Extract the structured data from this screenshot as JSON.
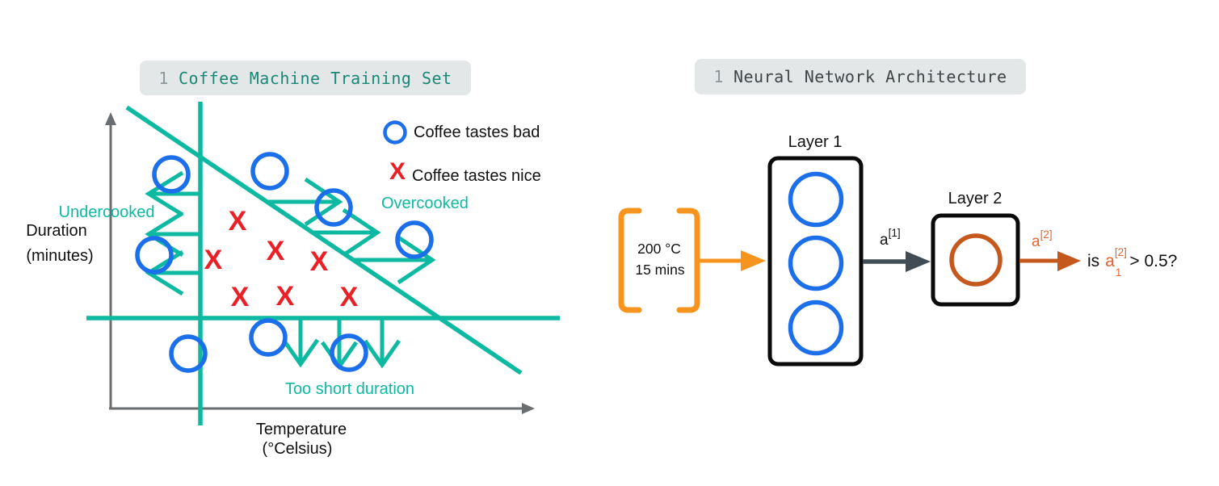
{
  "colors": {
    "teal": "#0EB9A2",
    "teal_title": "#1A8876",
    "blue": "#1C6FEB",
    "red": "#EB1F26",
    "orange": "#F7941E",
    "orange_dark": "#C5581C",
    "orange_text": "#E8622E",
    "dark_arrow": "#414C55",
    "axis_gray": "#6A6E71",
    "pill_bg": "#E4E7E8",
    "pill_number": "#8D9699"
  },
  "left_panel": {
    "title": {
      "number": "1",
      "text": "Coffee Machine Training Set"
    },
    "legend": [
      {
        "marker": "circle",
        "label": "Coffee tastes bad"
      },
      {
        "marker": "X",
        "label": "Coffee tastes nice"
      }
    ],
    "regions": {
      "undercooked": "Undercooked",
      "overcooked": "Overcooked",
      "too_short_duration": "Too short duration"
    },
    "y_axis": {
      "line1": "Duration",
      "line2": "(minutes)"
    },
    "x_axis": {
      "line1": "Temperature",
      "line2": "(°Celsius)"
    },
    "points": {
      "nice_marker": "X",
      "bad": [
        [
          212,
          216
        ],
        [
          334,
          212
        ],
        [
          413,
          257
        ],
        [
          513,
          297
        ],
        [
          191,
          316
        ],
        [
          233,
          438
        ],
        [
          332,
          418
        ],
        [
          432,
          437
        ]
      ],
      "nice": [
        [
          294,
          273
        ],
        [
          264,
          321
        ],
        [
          341,
          310
        ],
        [
          395,
          323
        ],
        [
          297,
          367
        ],
        [
          353,
          366
        ],
        [
          432,
          367
        ]
      ]
    }
  },
  "right_panel": {
    "title": {
      "number": "1",
      "text": "Neural Network Architecture"
    },
    "input_vector": {
      "line1": "200 °C",
      "line2": "15 mins"
    },
    "layer1": {
      "label": "Layer 1",
      "neuron_count": 3
    },
    "layer2": {
      "label": "Layer 2",
      "neuron_count": 1
    },
    "activation1": {
      "base": "a",
      "superscript": "[1]"
    },
    "activation2": {
      "base": "a",
      "superscript": "[2]"
    },
    "output_question": {
      "prefix": "is",
      "variable": "a",
      "superscript": "[2]",
      "subscript": "1",
      "comparison": "> 0.5?"
    }
  }
}
